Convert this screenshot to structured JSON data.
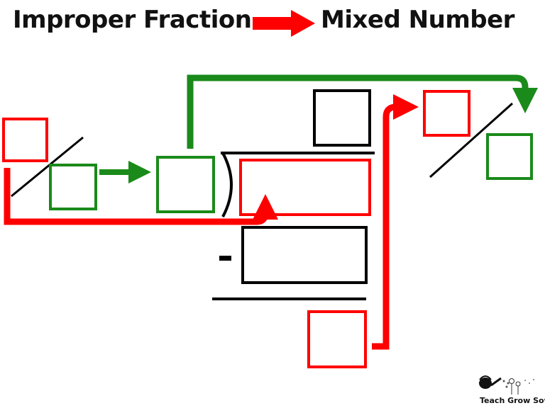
{
  "header": {
    "left_label": "Improper Fraction",
    "right_label": "Mixed Number"
  },
  "colors": {
    "red": "#ff0000",
    "green": "#1a8a1a",
    "black": "#000000"
  },
  "icons": {
    "title_arrow": "red-right-arrow-icon",
    "logo": "watering-can-dandelion-icon"
  },
  "logo": {
    "text": "Teach Grow Sow"
  }
}
